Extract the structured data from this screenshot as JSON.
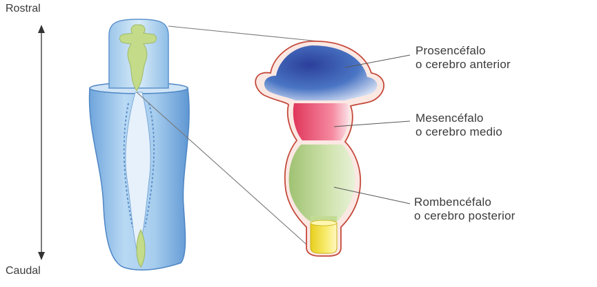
{
  "axis": {
    "top": "Rostral",
    "bottom": "Caudal"
  },
  "regions": [
    {
      "id": "prosencephalon",
      "line1": "Prosencéfalo",
      "line2": "o cerebro anterior",
      "color": "#2d4fa6"
    },
    {
      "id": "mesencephalon",
      "line1": "Mesencéfalo",
      "line2": "o cerebro medio",
      "color": "#e24a6a"
    },
    {
      "id": "rhombencephalon",
      "line1": "Rombencéfalo",
      "line2": "o cerebro posterior",
      "color": "#b9d38c"
    }
  ],
  "colors": {
    "embryo": "#9cc6ea",
    "neural_plate": "#c4db8a",
    "spinal_cord": "#f2df3a",
    "outline": "#c4483a"
  }
}
